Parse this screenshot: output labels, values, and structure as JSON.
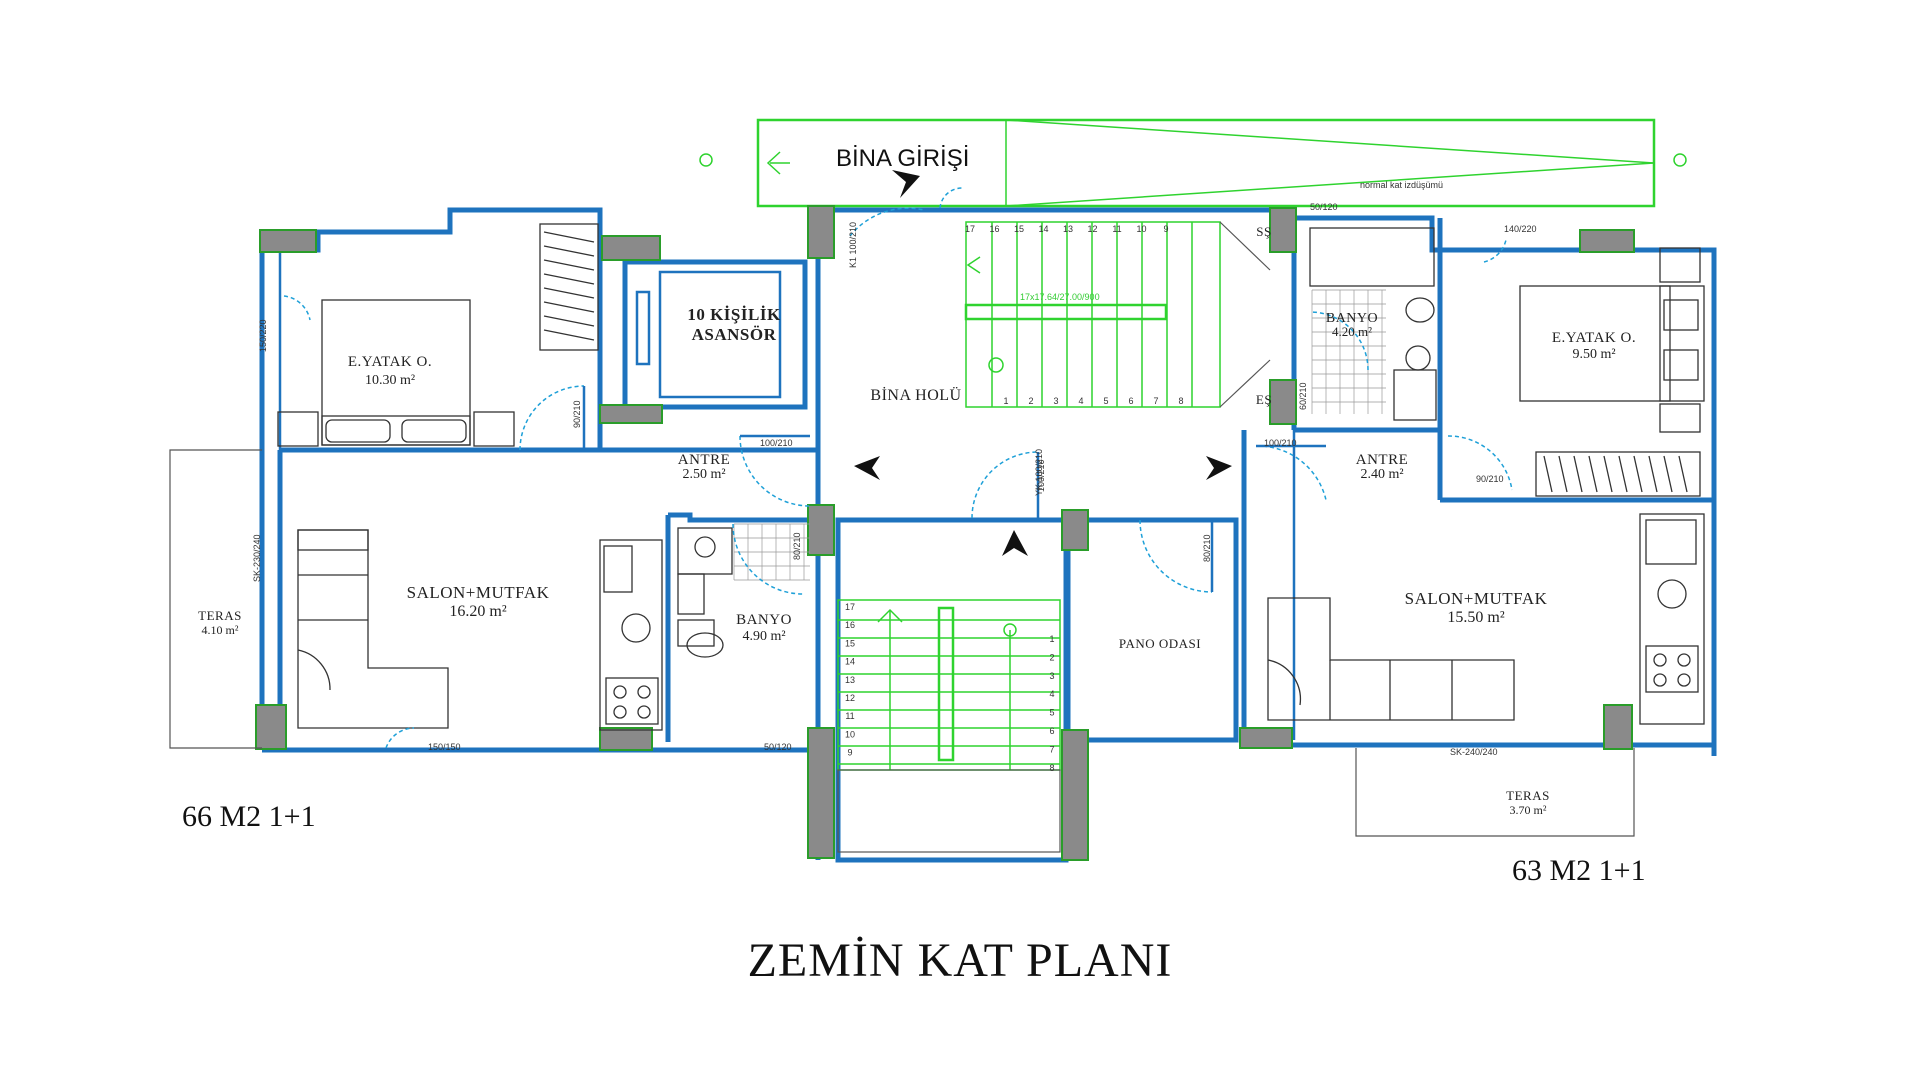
{
  "title": "ZEMİN KAT PLANI",
  "entrance_label": "BİNA GİRİŞİ",
  "projection_note": "normal kat izdüşümü",
  "units": {
    "left": "66 M2 1+1",
    "right": "63 M2 1+1"
  },
  "rooms": {
    "left_bedroom": {
      "name": "E.YATAK O.",
      "area": "10.30 m²"
    },
    "elevator": {
      "name1": "10 KİŞİLİK",
      "name2": "ASANSÖR"
    },
    "left_entry": {
      "name": "ANTRE",
      "area": "2.50 m²"
    },
    "left_living": {
      "name": "SALON+MUTFAK",
      "area": "16.20 m²"
    },
    "left_bath": {
      "name": "BANYO",
      "area": "4.90 m²"
    },
    "left_terrace": {
      "name": "TERAS",
      "area": "4.10 m²"
    },
    "hall": {
      "name": "BİNA HOLÜ"
    },
    "panel_room": {
      "name": "PANO ODASI"
    },
    "right_bath": {
      "name": "BANYO",
      "area": "4.20 m²"
    },
    "right_bedroom": {
      "name": "E.YATAK O.",
      "area": "9.50 m²"
    },
    "right_entry": {
      "name": "ANTRE",
      "area": "2.40 m²"
    },
    "right_living": {
      "name": "SALON+MUTFAK",
      "area": "15.50 m²"
    },
    "right_terrace": {
      "name": "TERAS",
      "area": "3.70 m²"
    }
  },
  "labels": {
    "ss": "SŞ",
    "es": "EŞ",
    "window_left": "150/220",
    "door_left_bed": "90/210",
    "door_left_entry": "100/210",
    "sk_left": "SK-230/240",
    "window_left_bottom": "150/150",
    "window_small_bottom": "50/120",
    "window_top_mid": "50/120",
    "door_hall": "100/210",
    "door_right_entry": "100/210",
    "window_right_top": "140/220",
    "door_right_bed": "90/210",
    "sk_right": "SK-240/240",
    "door_left_bath": "80/210",
    "door_panel": "80/210",
    "door_right_bath": "60/210",
    "main_door": "K1 100/210",
    "ys_door": "YK 100/210",
    "stair_note": "17x17.64/27.00/900"
  },
  "stairs_top_numbers_top": [
    "17",
    "16",
    "15",
    "14",
    "13",
    "12",
    "11",
    "10",
    "9"
  ],
  "stairs_top_numbers_bottom": [
    "1",
    "2",
    "3",
    "4",
    "5",
    "6",
    "7",
    "8"
  ],
  "stairs_low_numbers_left": [
    "17",
    "16",
    "15",
    "14",
    "13",
    "12",
    "11",
    "10",
    "9"
  ],
  "stairs_low_numbers_right": [
    "1",
    "2",
    "3",
    "4",
    "5",
    "6",
    "7",
    "8"
  ],
  "colors": {
    "wall": "#1e73be",
    "green_line": "#2fd32f",
    "column_fill": "#8a8a8a"
  }
}
